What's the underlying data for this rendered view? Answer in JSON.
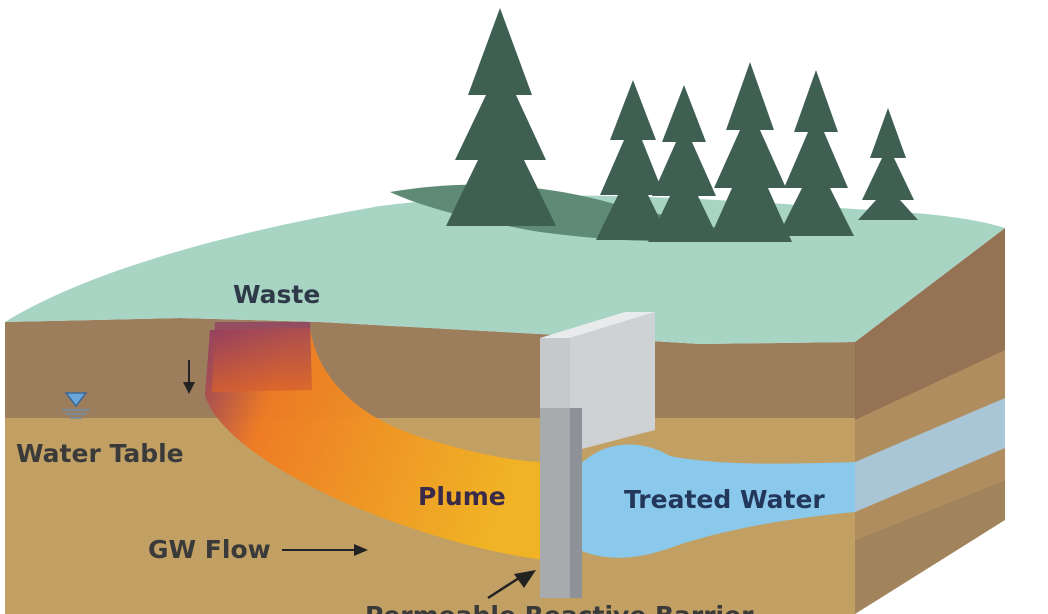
{
  "labels": {
    "waste": "Waste",
    "water_table": "Water Table",
    "plume": "Plume",
    "treated_water": "Treated Water",
    "gw_flow": "GW Flow",
    "barrier": "Permeable Reactive Barrier"
  },
  "colors": {
    "ground_surface": "#a8d4c4",
    "soil_upper": "#9c7d5c",
    "soil_lower": "#c2a063",
    "plume_start": "#8e3b64",
    "plume_mid": "#f07a22",
    "plume_end": "#f2b422",
    "treated_water": "#8ac8ec",
    "barrier": "#b9bcc0",
    "tree": "#3e5f52",
    "label_text": "#2e3a48"
  },
  "icons": [
    "water-table-triangle-icon",
    "waste-arrow-icon",
    "gw-flow-arrow-icon",
    "barrier-pointer-arrow-icon"
  ]
}
